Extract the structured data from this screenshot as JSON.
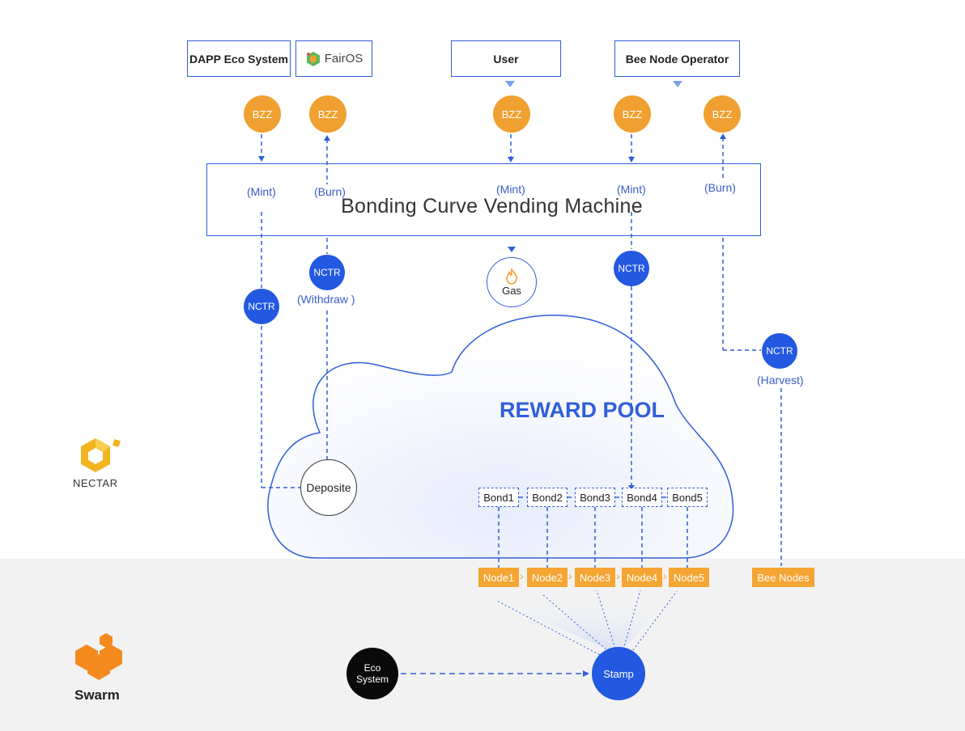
{
  "top_boxes": {
    "dapp": "DAPP Eco System",
    "fairos": "FairOS",
    "user": "User",
    "bee_operator": "Bee Node Operator"
  },
  "coins": {
    "bzz": "BZZ",
    "nctr": "NCTR"
  },
  "flows": {
    "mint": "(Mint)",
    "burn": "(Burn)",
    "withdraw": "(Withdraw )",
    "harvest": "(Harvest)"
  },
  "machine": {
    "title": "Bonding Curve Vending Machine"
  },
  "gas": {
    "label": "Gas"
  },
  "reward_pool": {
    "title": "REWARD POOL",
    "deposite": "Deposite"
  },
  "bonds": [
    "Bond1",
    "Bond2",
    "Bond3",
    "Bond4",
    "Bond5"
  ],
  "nodes": [
    "Node1",
    "Node2",
    "Node3",
    "Node4",
    "Node5"
  ],
  "bee_nodes": "Bee Nodes",
  "eco_system": {
    "line1": "Eco",
    "line2": "System"
  },
  "stamp": "Stamp",
  "brands": {
    "nectar": "NECTAR",
    "swarm": "Swarm"
  },
  "colors": {
    "blue": "#2358e0",
    "orange": "#f0a030",
    "line_blue": "#2f5fd8",
    "band_gray": "#f2f2f2"
  }
}
